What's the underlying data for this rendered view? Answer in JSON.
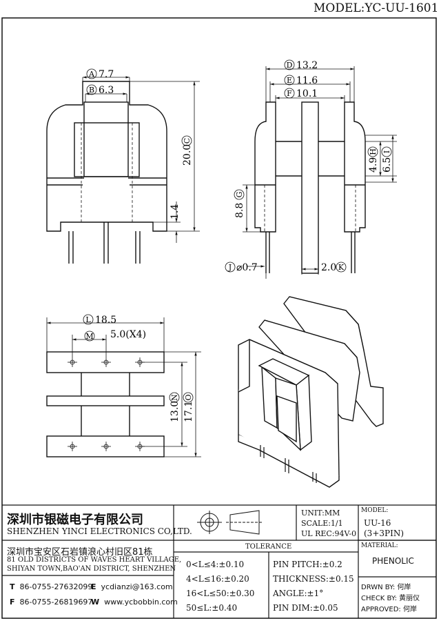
{
  "model": "MODEL:YC-UU-1601",
  "dims": {
    "A": "A",
    "A_val": "7.7",
    "B": "B",
    "B_val": "6.3",
    "C": "C",
    "C_val": "20.0",
    "D": "D",
    "D_val": "13.2",
    "E": "E",
    "E_val": "11.6",
    "F": "F",
    "F_val": "10.1",
    "G": "G",
    "G_val": "8.8",
    "H": "H",
    "H_val": "4.9",
    "I": "I",
    "I_val": "6.5",
    "J": "J",
    "J_val": "⌀0.7",
    "K": "K",
    "K_val": "2.0",
    "L": "L",
    "L_val": "18.5",
    "M": "M",
    "M_val": "5.0(X4)",
    "N": "N",
    "N_val": "13.0",
    "O": "O",
    "O_val": "17.1",
    "small": "1.4"
  },
  "title_block": {
    "company_cn": "深圳市银磁电子有限公司",
    "company_en": "SHENZHEN YINCI ELECTRONICS CO,LTD.",
    "address_cn": "深圳市宝安区石岩镇浪心村旧区81栋",
    "address_en1": "81 OLD DISTRICTS OF WAVES HEART VILLAGE,",
    "address_en2": "SHIYAN TOWN,BAO'AN DISTRICT, SHENZHEN",
    "tel_label": "T",
    "tel": "86-0755-27632099",
    "email_label": "E",
    "email": "ycdianzi@163.com",
    "fax_label": "F",
    "fax": "86-0755-26819697",
    "web_label": "W",
    "web": "www.ycbobbin.com",
    "unit": "UNIT:MM",
    "scale": "SCALE:1/1",
    "ul": "UL REC:94V-0",
    "model_label": "MODEL:",
    "model_name": "UU-16",
    "pins": "(3+3PIN)",
    "material_label": "MATERIAL:",
    "material": "PHENOLIC",
    "tolerance_title": "TOLERANCE",
    "tol": [
      "0<L≤4:±0.10",
      "4<L≤16:±0.20",
      "16<L≤50:±0.30",
      "50≤L:±0.40"
    ],
    "pin_pitch": "PIN PITCH:±0.2",
    "thickness": "THICKNESS:±0.15",
    "angle": "ANGLE:±1°",
    "pin_dim": "PIN DIM:±0.05",
    "drawn": "DRWN BY: 何岸",
    "check": "CHECK BY: 黄丽仪",
    "approved": "APPROVED: 何岸"
  }
}
